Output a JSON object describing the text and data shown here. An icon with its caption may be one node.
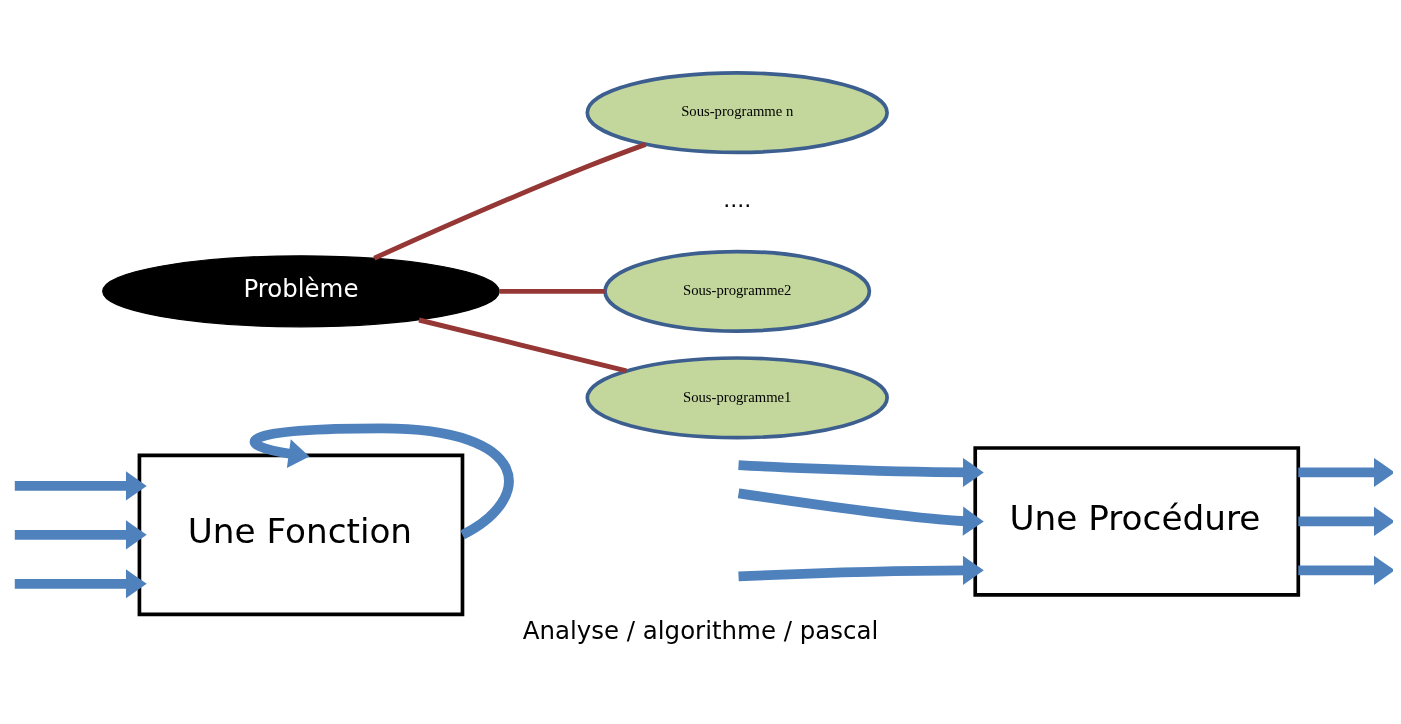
{
  "diagram": {
    "caption": "Analyse / algorithme / pascal",
    "nodes": [
      {
        "text": [
          "Une Fonction"
        ]
      },
      {
        "text": [
          "Une Procédure"
        ]
      },
      {
        "text": [
          "Problème"
        ]
      },
      {
        "text": [
          "Sous-programme n"
        ]
      },
      {
        "text": [
          "Sous-programme2"
        ]
      },
      {
        "text": [
          "Sous-programme1"
        ]
      }
    ],
    "edges": [
      {
        "from": null,
        "to": 0,
        "arrow": "to"
      },
      {
        "from": null,
        "to": 0,
        "arrow": "to"
      },
      {
        "from": null,
        "to": 0,
        "arrow": "to"
      },
      {
        "from": 0,
        "to": 0,
        "arrow": "to"
      },
      {
        "from": null,
        "to": 1,
        "arrow": "to"
      },
      {
        "from": null,
        "to": 1,
        "arrow": "to"
      },
      {
        "from": null,
        "to": 1,
        "arrow": "to"
      },
      {
        "from": 1,
        "to": null,
        "arrow": "to"
      },
      {
        "from": 1,
        "to": null,
        "arrow": "to"
      },
      {
        "from": 1,
        "to": null,
        "arrow": "to"
      },
      {
        "from": 2,
        "to": 3,
        "arrow": "none",
        "color": "#953735"
      },
      {
        "from": 2,
        "to": 4,
        "arrow": "none",
        "color": "#953735"
      },
      {
        "from": 2,
        "to": 5,
        "arrow": "none",
        "color": "#953735"
      }
    ],
    "labels": [
      "...."
    ]
  }
}
